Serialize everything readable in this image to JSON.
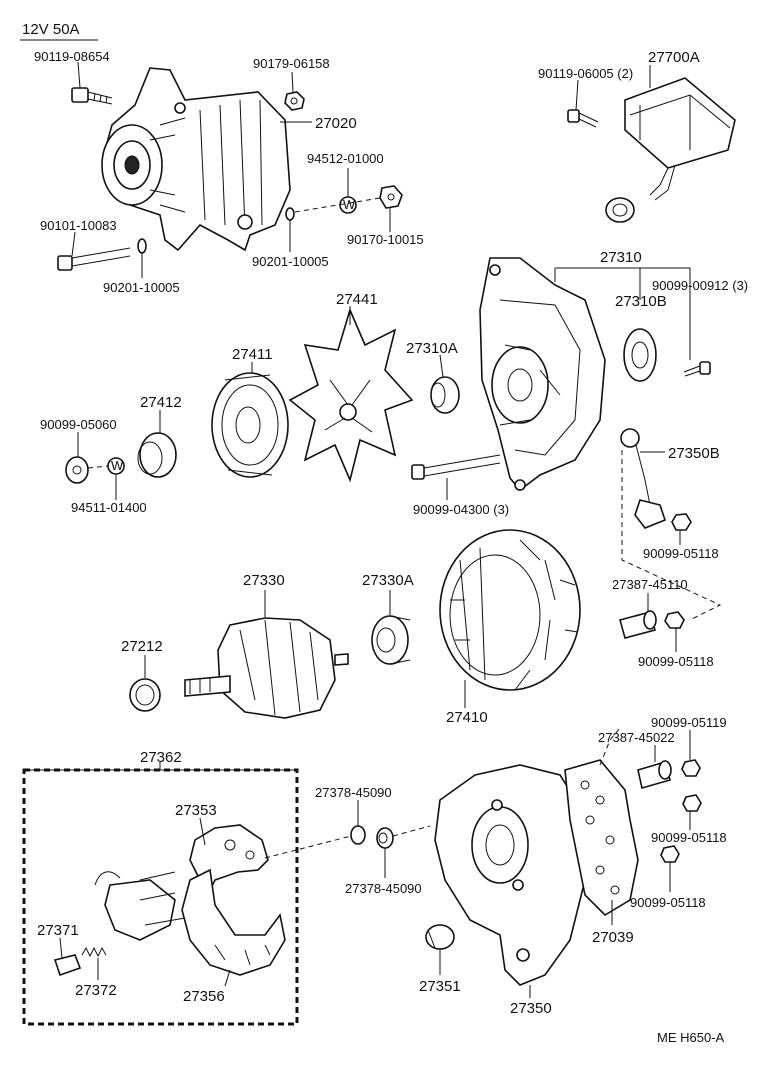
{
  "header": "12V  50A",
  "footer": "ME  H650-A",
  "labels": {
    "p90119_08654": "90119-08654",
    "p90179_06158": "90179-06158",
    "p27020": "27020",
    "p94512_01000": "94512-01000",
    "p90101_10083": "90101-10083",
    "p90170_10015": "90170-10015",
    "p90201_10005a": "90201-10005",
    "p90201_10005b": "90201-10005",
    "p90119_06005": "90119-06005 (2)",
    "p27700A": "27700A",
    "p27310": "27310",
    "p90099_00912": "90099-00912 (3)",
    "p27310B": "27310B",
    "p27441": "27441",
    "p27411": "27411",
    "p27310A": "27310A",
    "p27412": "27412",
    "p90099_05060": "90099-05060",
    "p94511_01400": "94511-01400",
    "p90099_04300": "90099-04300 (3)",
    "p27350B": "27350B",
    "p90099_05118a": "90099-05118",
    "p27330": "27330",
    "p27330A": "27330A",
    "p27387_45110": "27387-45110",
    "p90099_05118b": "90099-05118",
    "p27212": "27212",
    "p27410": "27410",
    "p27362": "27362",
    "p27387_45022": "27387-45022",
    "p90099_05119": "90099-05119",
    "p27378_45090a": "27378-45090",
    "p27353": "27353",
    "p90099_05118c": "90099-05118",
    "p27378_45090b": "27378-45090",
    "p90099_05118d": "90099-05118",
    "p27371": "27371",
    "p27039": "27039",
    "p27372": "27372",
    "p27356": "27356",
    "p27351": "27351",
    "p27350": "27350"
  }
}
